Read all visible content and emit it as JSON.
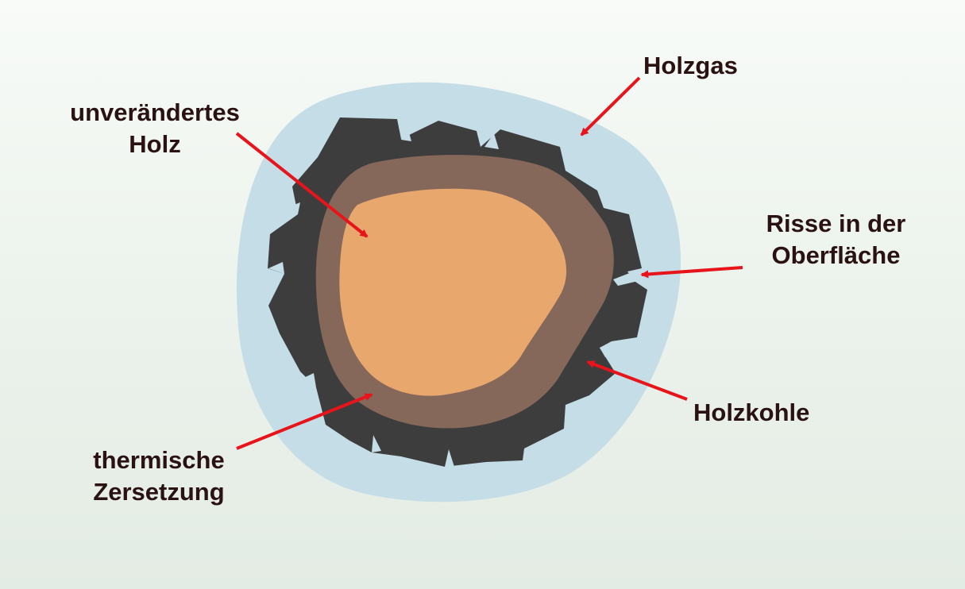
{
  "labels": {
    "holzgas": "Holzgas",
    "unveraendertes_holz": [
      "unverändertes",
      "Holz"
    ],
    "risse": [
      "Risse in der",
      "Oberfläche"
    ],
    "holzkohle": "Holzkohle",
    "thermische_zersetzung": [
      "thermische",
      "Zersetzung"
    ]
  },
  "colors": {
    "background": "#eef4ee",
    "wood_gas": "#c5dde6",
    "charcoal": "#3d3d3e",
    "decomposition": "#86685b",
    "unchanged_wood": "#e8a86d",
    "arrow": "#e8141b",
    "text": "#2a1212"
  }
}
